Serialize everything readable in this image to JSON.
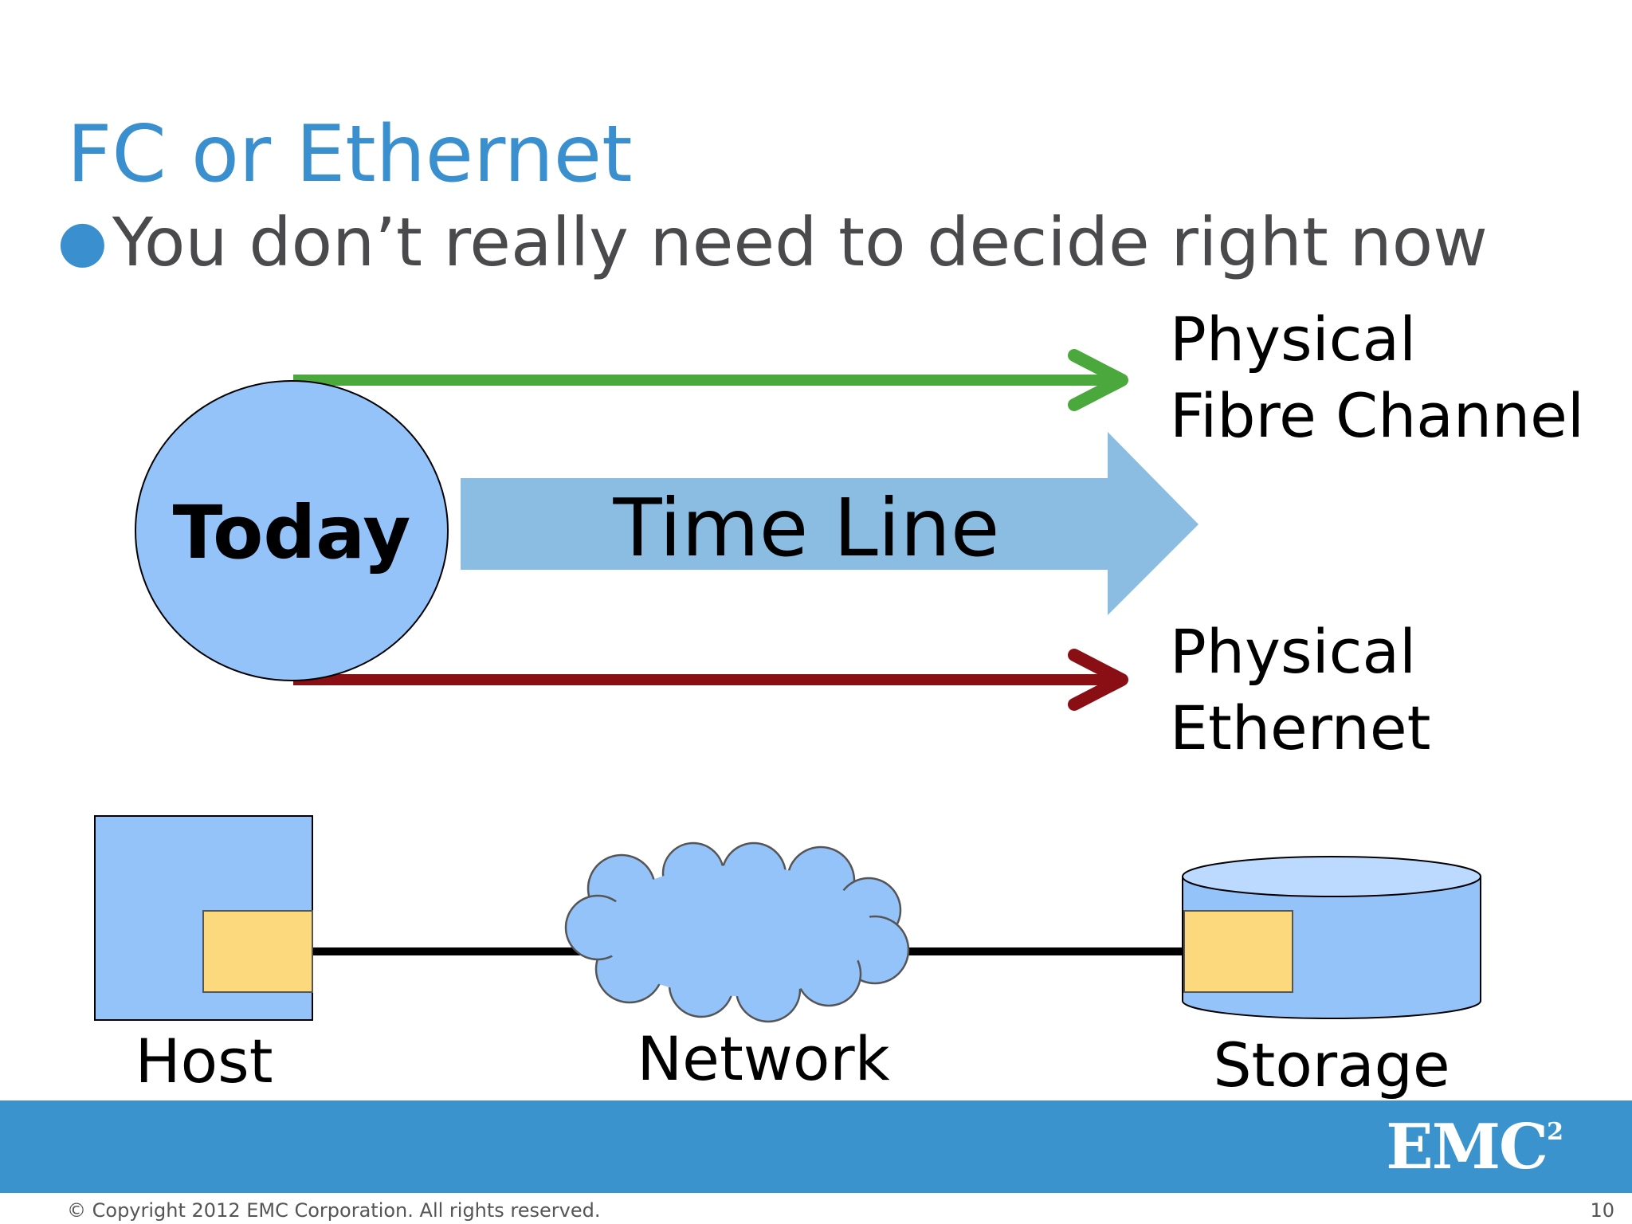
{
  "slide": {
    "title": "FC or Ethernet",
    "bullet": "You don’t really need to decide right now"
  },
  "diagram": {
    "today_label": "Today",
    "timeline_label": "Time Line",
    "fc_line1": "Physical",
    "fc_line2": "Fibre Channel",
    "eth_line1": "Physical",
    "eth_line2": "Ethernet",
    "host_label": "Host",
    "network_label": "Network",
    "storage_label": "Storage"
  },
  "colors": {
    "title": "#3a8fcf",
    "fc_arrow": "#4aa83c",
    "eth_arrow": "#8a0f14",
    "timeline": "#8bbde3",
    "shape_fill": "#94c3fa",
    "port_fill": "#fdd97e",
    "footer_band": "#3a93cd"
  },
  "footer": {
    "logo": "EMC",
    "logo_sup": "2",
    "copyright": "© Copyright 2012 EMC Corporation. All rights reserved.",
    "page": "10"
  }
}
